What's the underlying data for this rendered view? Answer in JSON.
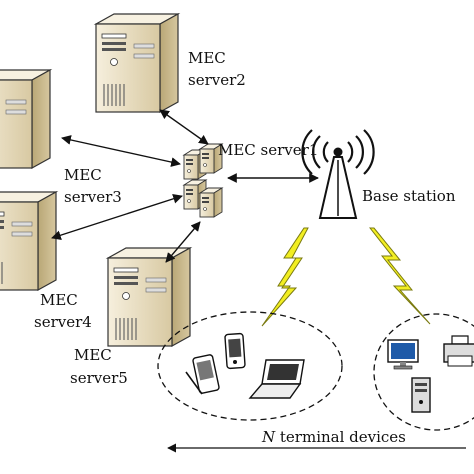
{
  "labels": {
    "mec_server1": "MEC server1",
    "mec_server2_line1": "MEC",
    "mec_server2_line2": "server2",
    "mec_server3_line1": "MEC",
    "mec_server3_line2": "server3",
    "mec_server4_line1": "MEC",
    "mec_server4_line2": "server4",
    "mec_server5_line1": "MEC",
    "mec_server5_line2": "server5",
    "base_station": "Base station",
    "terminal_n": "N",
    "terminal_rest": " terminal devices"
  },
  "colors": {
    "server_front": "#efe6cf",
    "server_side": "#c9b98e",
    "server_top": "#f7f1e1",
    "lightning": "#f2ee22",
    "lightning_stroke": "#7a7a10"
  }
}
